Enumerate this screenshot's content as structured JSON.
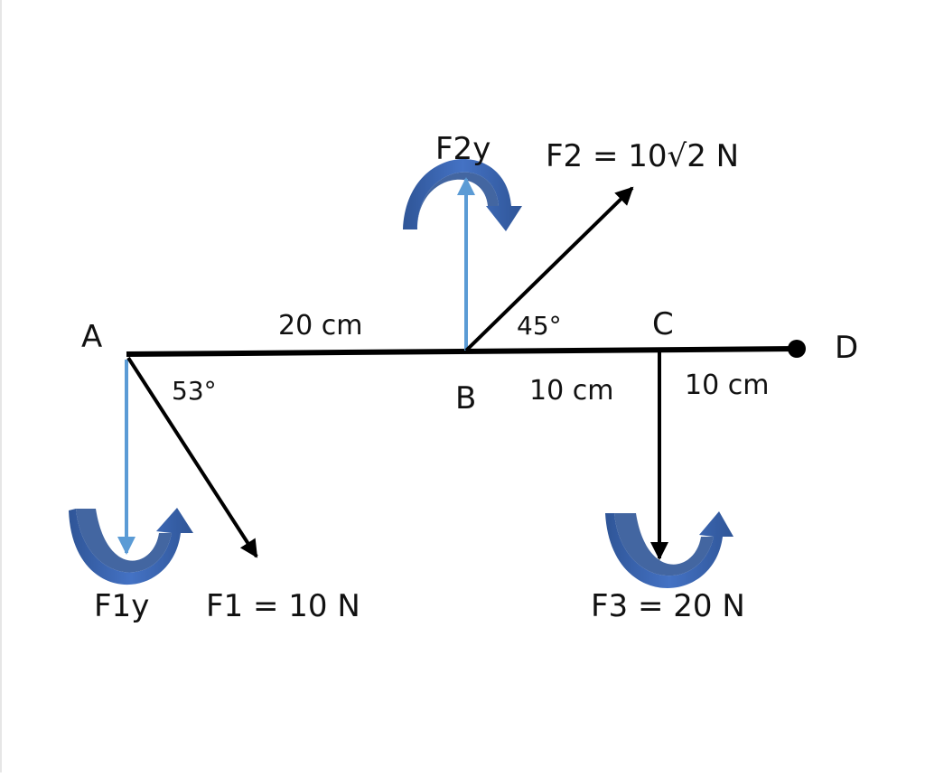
{
  "points": {
    "a": "A",
    "b": "B",
    "c": "C",
    "d": "D"
  },
  "distances": {
    "ab": "20 cm",
    "bc": "10 cm",
    "cd": "10 cm"
  },
  "angles": {
    "at_a": "53°",
    "at_b": "45°"
  },
  "forces": {
    "f1": "F1 = 10 N",
    "f1y": "F1y",
    "f2": "F2 = 10√2 N",
    "f2y": "F2y",
    "f3": "F3 = 20 N"
  },
  "colors": {
    "beam": "#000000",
    "component_arrow": "#5b9bd5",
    "rotation_arrow": "#2f5597"
  }
}
